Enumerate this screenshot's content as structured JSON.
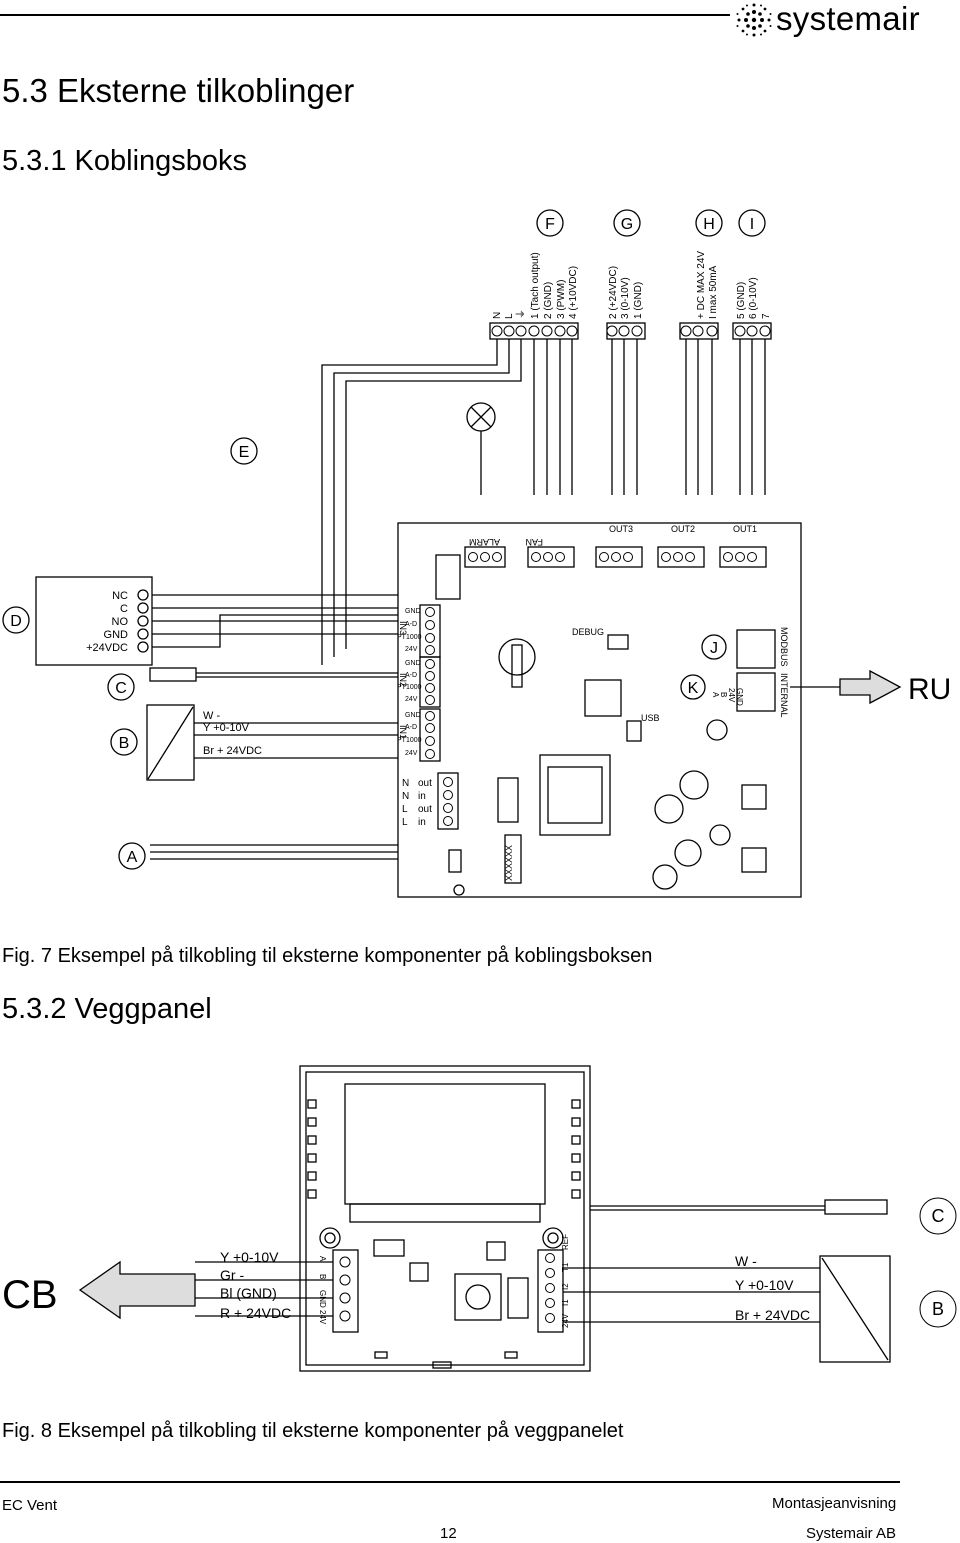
{
  "header": {
    "brand": "systemair"
  },
  "section": {
    "title": "5.3 Eksterne tilkoblinger",
    "sub1": "5.3.1 Koblingsboks",
    "sub2": "5.3.2 Veggpanel"
  },
  "fig7": {
    "caption": "Fig. 7 Eksempel på tilkobling til eksterne komponenter på koblingsboksen",
    "circle_labels": [
      "F",
      "G",
      "H",
      "I",
      "E",
      "D",
      "C",
      "B",
      "A",
      "J",
      "K"
    ],
    "ru_label": "RU",
    "terminal_labels": [
      "N",
      "L",
      "⏚",
      "1 (Tach output)",
      "2 (GND)",
      "3 (PWM)",
      "4 (+10VDC)",
      "2 (+24VDC)",
      "3 (0-10V)",
      "1 (GND)",
      "+ DC MAX 24V",
      "I max 50mA",
      "5 (GND)",
      "6 (0-10V)",
      "7"
    ],
    "d_box_labels": [
      "NC",
      "C",
      "NO",
      "GND",
      "+24VDC"
    ],
    "b_labels": [
      "W -",
      "Y +0-10V",
      "Br + 24VDC"
    ],
    "board_top_groups": [
      "ALARM",
      "FAN",
      "OUT3",
      "OUT2",
      "OUT1"
    ],
    "board_in_labels": [
      "IN3",
      "IN2",
      "IN1"
    ],
    "board_in_pins": [
      "GND",
      "A-D",
      "PT1000",
      "24V"
    ],
    "board_misc": [
      "DEBUG",
      "USB",
      "MODBUS",
      "INTERNAL",
      "XXXXXX"
    ],
    "modbus_pins": [
      "A",
      "B",
      "24V",
      "GND"
    ],
    "power_labels": [
      "N",
      "out",
      "N",
      "in",
      "L",
      "out",
      "L",
      "in"
    ]
  },
  "fig8": {
    "caption": "Fig. 8 Eksempel på tilkobling til eksterne komponenter på veggpanelet",
    "cb_label": "CB",
    "left_labels": [
      "Y +0-10V",
      "Gr -",
      "Bl (GND)",
      "R + 24VDC"
    ],
    "right_labels": [
      "W -",
      "Y +0-10V",
      "Br + 24VDC"
    ],
    "circle_labels": [
      "C",
      "B"
    ],
    "left_pins": [
      "A",
      "B",
      "GND",
      "24V"
    ],
    "right_pins": [
      "REF",
      "T1",
      "I2",
      "I1",
      "24V"
    ]
  },
  "footer": {
    "left": "EC Vent",
    "page": "12",
    "right1": "Montasjeanvisning",
    "right2": "Systemair AB"
  }
}
